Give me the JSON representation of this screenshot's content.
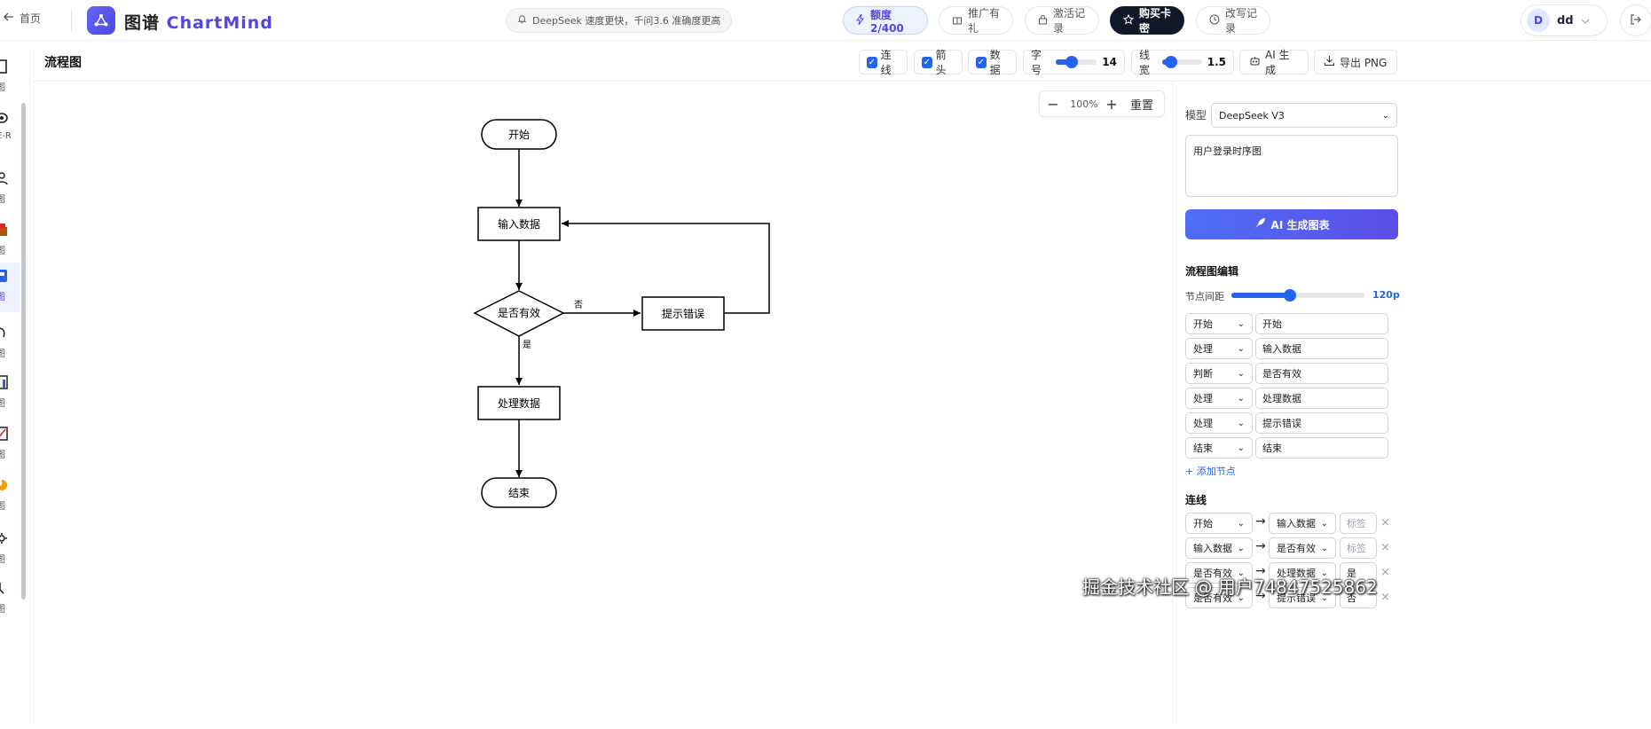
{
  "topbar": {
    "back_label": "首页",
    "brand_cn": "图谱",
    "brand_en": "ChartMind",
    "notice": "DeepSeek 速度更快，千问3.6 准确度更高",
    "quota": "额度 2/400",
    "promo": "推广有礼",
    "activation": "激活记录",
    "buy": "购买卡密",
    "rewrite": "改写记录",
    "user_initial": "D",
    "user_name": "dd"
  },
  "sidebar": {
    "items": [
      {
        "label": "图",
        "icon": "doc-icon"
      },
      {
        "label": "E-R",
        "icon": "eye-icon"
      },
      {
        "label": "图",
        "icon": "people-icon"
      },
      {
        "label": "图",
        "icon": "box-icon"
      },
      {
        "label": "图",
        "icon": "flow-icon",
        "active": true
      },
      {
        "label": "图",
        "icon": "hand-icon"
      },
      {
        "label": "图",
        "icon": "bar-icon"
      },
      {
        "label": "图",
        "icon": "line-icon"
      },
      {
        "label": "图",
        "icon": "pie-icon"
      },
      {
        "label": "图",
        "icon": "gear-icon"
      },
      {
        "label": "图",
        "icon": "tree-icon"
      }
    ]
  },
  "toolbar": {
    "title": "流程图",
    "check_lines": "连线",
    "check_arrows": "箭头",
    "check_data": "数据",
    "font_label": "字号",
    "font_value": "14",
    "font_fraction": 0.35,
    "line_label": "线宽",
    "line_value": "1.5",
    "line_fraction": 0.2,
    "ai_gen": "AI 生成",
    "export": "导出 PNG"
  },
  "zoom": {
    "minus": "−",
    "level": "100%",
    "plus": "+",
    "reset": "重置"
  },
  "flow": {
    "start": "开始",
    "input": "输入数据",
    "decision": "是否有效",
    "error": "提示错误",
    "process": "处理数据",
    "end": "结束",
    "no_label": "否",
    "yes_label": "是"
  },
  "panel": {
    "model_label": "模型",
    "model_value": "DeepSeek V3",
    "prompt": "用户登录时序图",
    "generate": "AI 生成图表",
    "editor_title": "流程图编辑",
    "spacing_label": "节点间距",
    "spacing_value": "120p",
    "spacing_fraction": 0.44,
    "nodes": [
      {
        "type": "开始",
        "text": "开始"
      },
      {
        "type": "处理",
        "text": "输入数据"
      },
      {
        "type": "判断",
        "text": "是否有效"
      },
      {
        "type": "处理",
        "text": "处理数据"
      },
      {
        "type": "处理",
        "text": "提示错误"
      },
      {
        "type": "结束",
        "text": "结束"
      }
    ],
    "add_node": "+ 添加节点",
    "edges_title": "连线",
    "edges": [
      {
        "from": "开始",
        "to": "输入数据",
        "label": "标签",
        "placeholder": true
      },
      {
        "from": "输入数据",
        "to": "是否有效",
        "label": "标签",
        "placeholder": true
      },
      {
        "from": "是否有效",
        "to": "处理数据",
        "label": "是",
        "placeholder": false
      },
      {
        "from": "是否有效",
        "to": "提示错误",
        "label": "否",
        "placeholder": false
      }
    ]
  },
  "watermark": "掘金技术社区 @ 用户7484752586​2"
}
